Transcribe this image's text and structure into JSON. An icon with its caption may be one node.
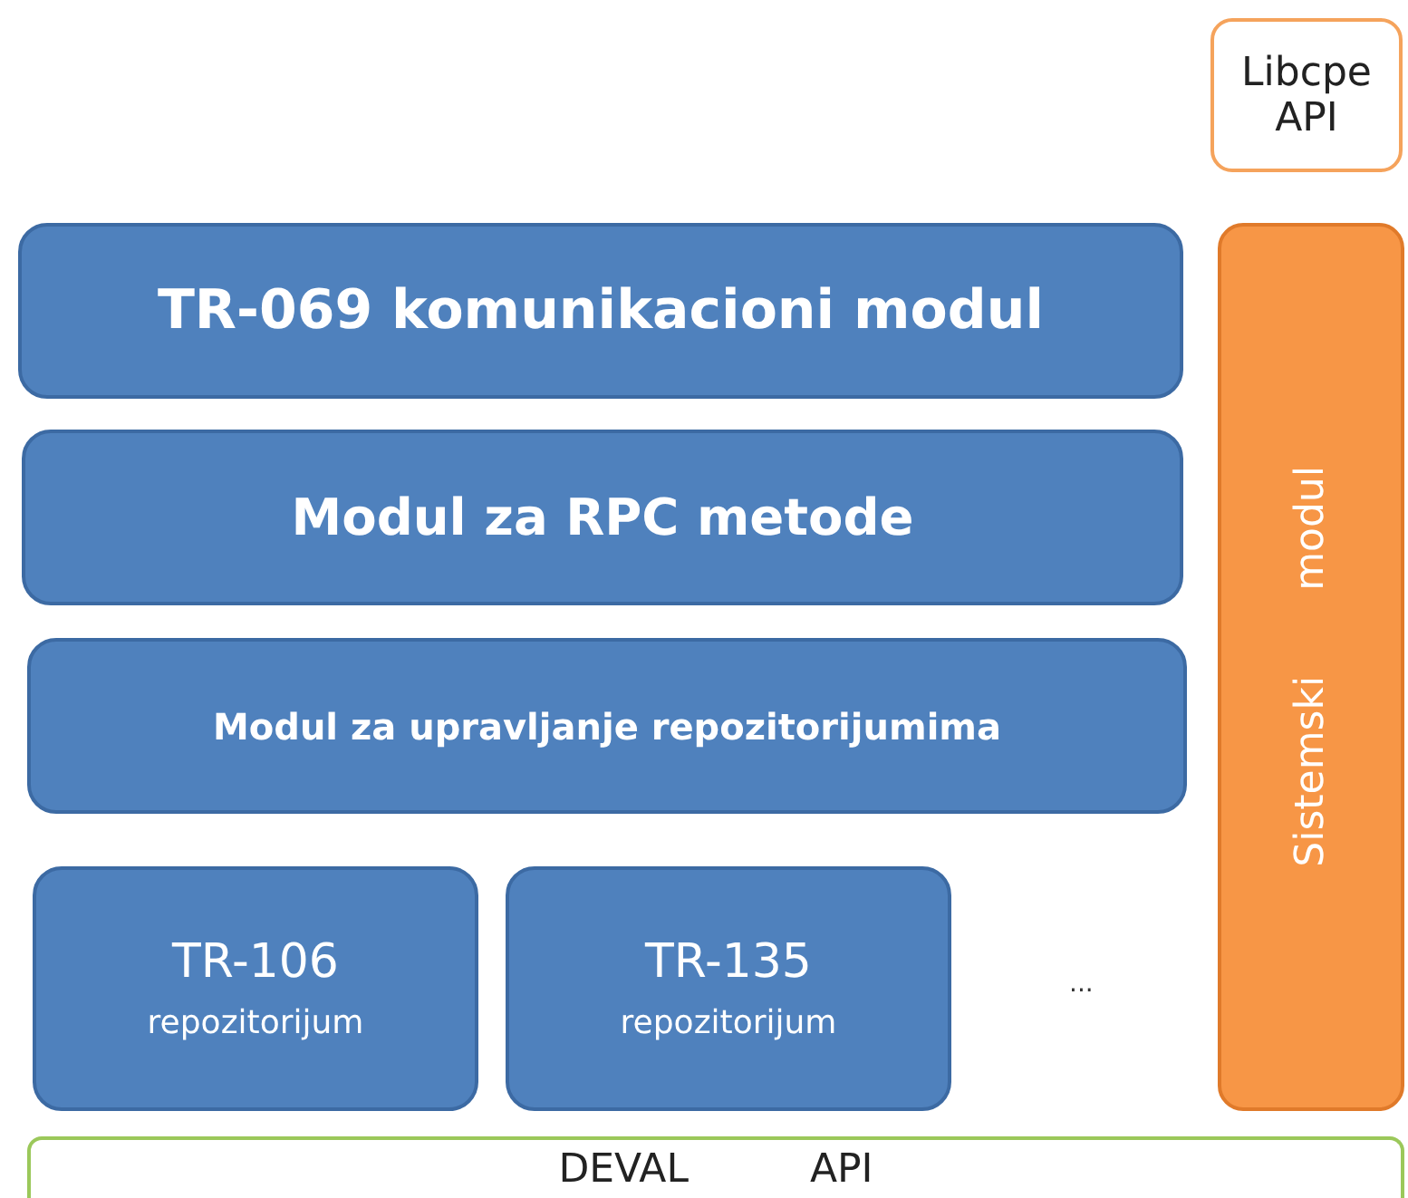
{
  "diagram": {
    "nodes": [
      {
        "text": [
          "Libcpe API"
        ]
      },
      {
        "text": [
          "TR-069 komunikacioni modul"
        ]
      },
      {
        "text": [
          "Modul za RPC metode"
        ]
      },
      {
        "text": [
          "Modul za upravljanje repozitorijumima"
        ]
      },
      {
        "text": [
          "TR-106",
          "repozitorijum"
        ]
      },
      {
        "text": [
          "TR-135",
          "repozitorijum"
        ]
      },
      {
        "text": [
          "Sistemski modul"
        ]
      },
      {
        "text": [
          "DEVAL API"
        ]
      }
    ],
    "edges": [],
    "labels": [
      "..."
    ]
  }
}
